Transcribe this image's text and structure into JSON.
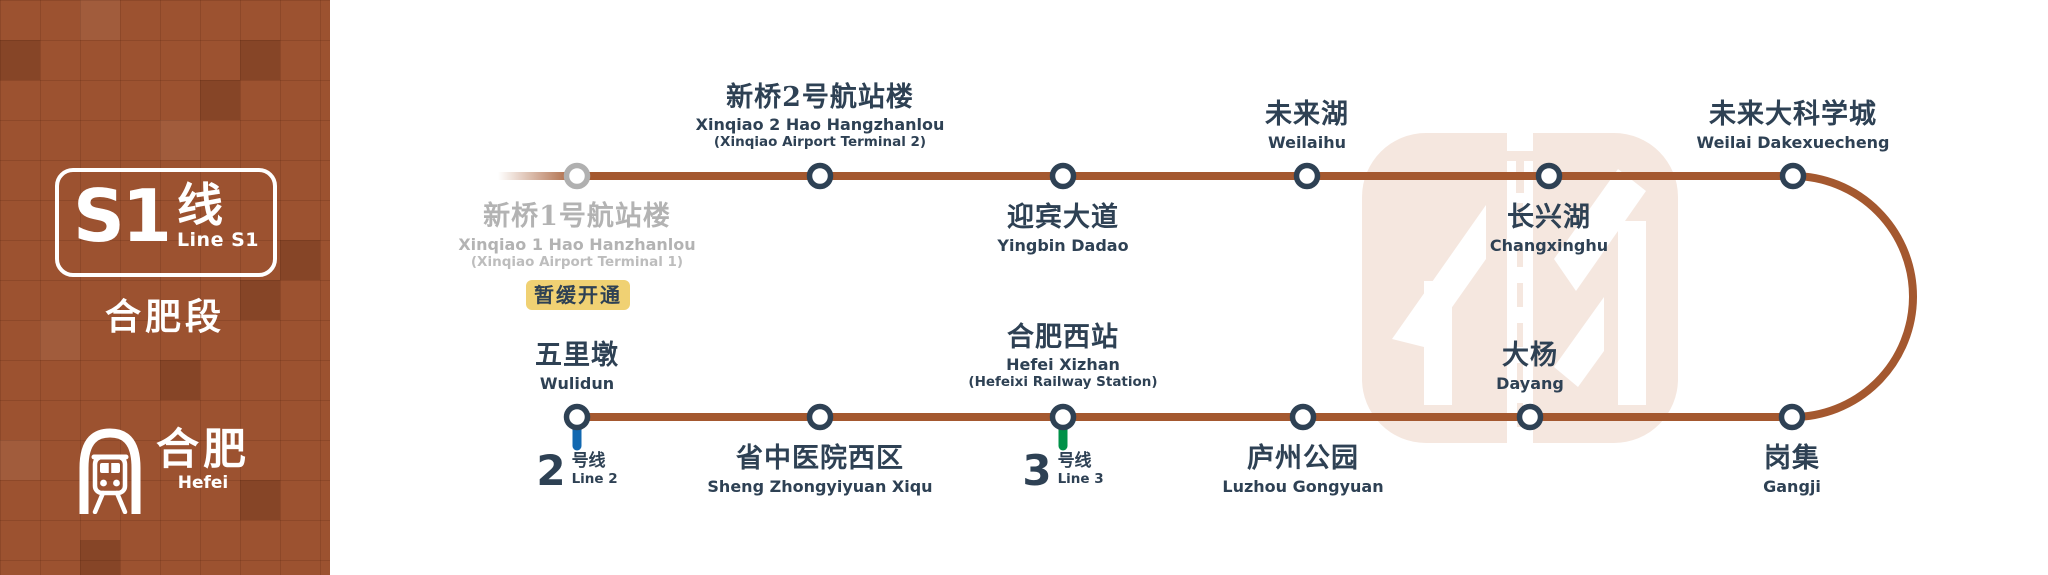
{
  "colors": {
    "line-brown": "#a4582f",
    "sidebar-brown": "#9c5230",
    "navy": "#2e4154",
    "gray-circle": "#b0b0b0",
    "gray-text": "#b3b3b3",
    "gray-subtext": "#bdbdbd",
    "badge-yellow": "#f0d173",
    "line2-blue": "#1268b0",
    "line3-green": "#009148",
    "watermark-pink": "#f5e7df"
  },
  "sidebar": {
    "line_code": "S1",
    "line_suffix_zh": "线",
    "line_name_en": "Line S1",
    "section_label_zh": "合肥段",
    "city_zh": "合肥",
    "city_en": "Hefei"
  },
  "status_badge": {
    "label_zh": "暂缓开通"
  },
  "interchanges": [
    {
      "number": "2",
      "suffix_zh": "号线",
      "name_en": "Line 2",
      "color": "#1268b0"
    },
    {
      "number": "3",
      "suffix_zh": "号线",
      "name_en": "Line 3",
      "color": "#009148"
    }
  ],
  "stations": [
    {
      "name_zh": "新桥1号航站楼",
      "name_en": "Xinqiao 1 Hao Hanzhanlou",
      "name_sub": "(Xinqiao Airport Terminal 1)",
      "status": "opening-postponed"
    },
    {
      "name_zh": "新桥2号航站楼",
      "name_en": "Xinqiao 2 Hao Hangzhanlou",
      "name_sub": "(Xinqiao Airport Terminal 2)",
      "status": "open"
    },
    {
      "name_zh": "迎宾大道",
      "name_en": "Yingbin Dadao",
      "status": "open"
    },
    {
      "name_zh": "未来湖",
      "name_en": "Weilaihu",
      "status": "open"
    },
    {
      "name_zh": "长兴湖",
      "name_en": "Changxinghu",
      "status": "open"
    },
    {
      "name_zh": "未来大科学城",
      "name_en": "Weilai Dakexuecheng",
      "status": "open"
    },
    {
      "name_zh": "岗集",
      "name_en": "Gangji",
      "status": "open"
    },
    {
      "name_zh": "大杨",
      "name_en": "Dayang",
      "status": "open"
    },
    {
      "name_zh": "庐州公园",
      "name_en": "Luzhou Gongyuan",
      "status": "open"
    },
    {
      "name_zh": "合肥西站",
      "name_en": "Hefei Xizhan",
      "name_sub": "(Hefeixi Railway Station)",
      "status": "open",
      "interchange": "Line 3"
    },
    {
      "name_zh": "省中医院西区",
      "name_en": "Sheng Zhongyiyuan Xiqu",
      "status": "open"
    },
    {
      "name_zh": "五里墩",
      "name_en": "Wulidun",
      "status": "open",
      "interchange": "Line 2"
    }
  ]
}
